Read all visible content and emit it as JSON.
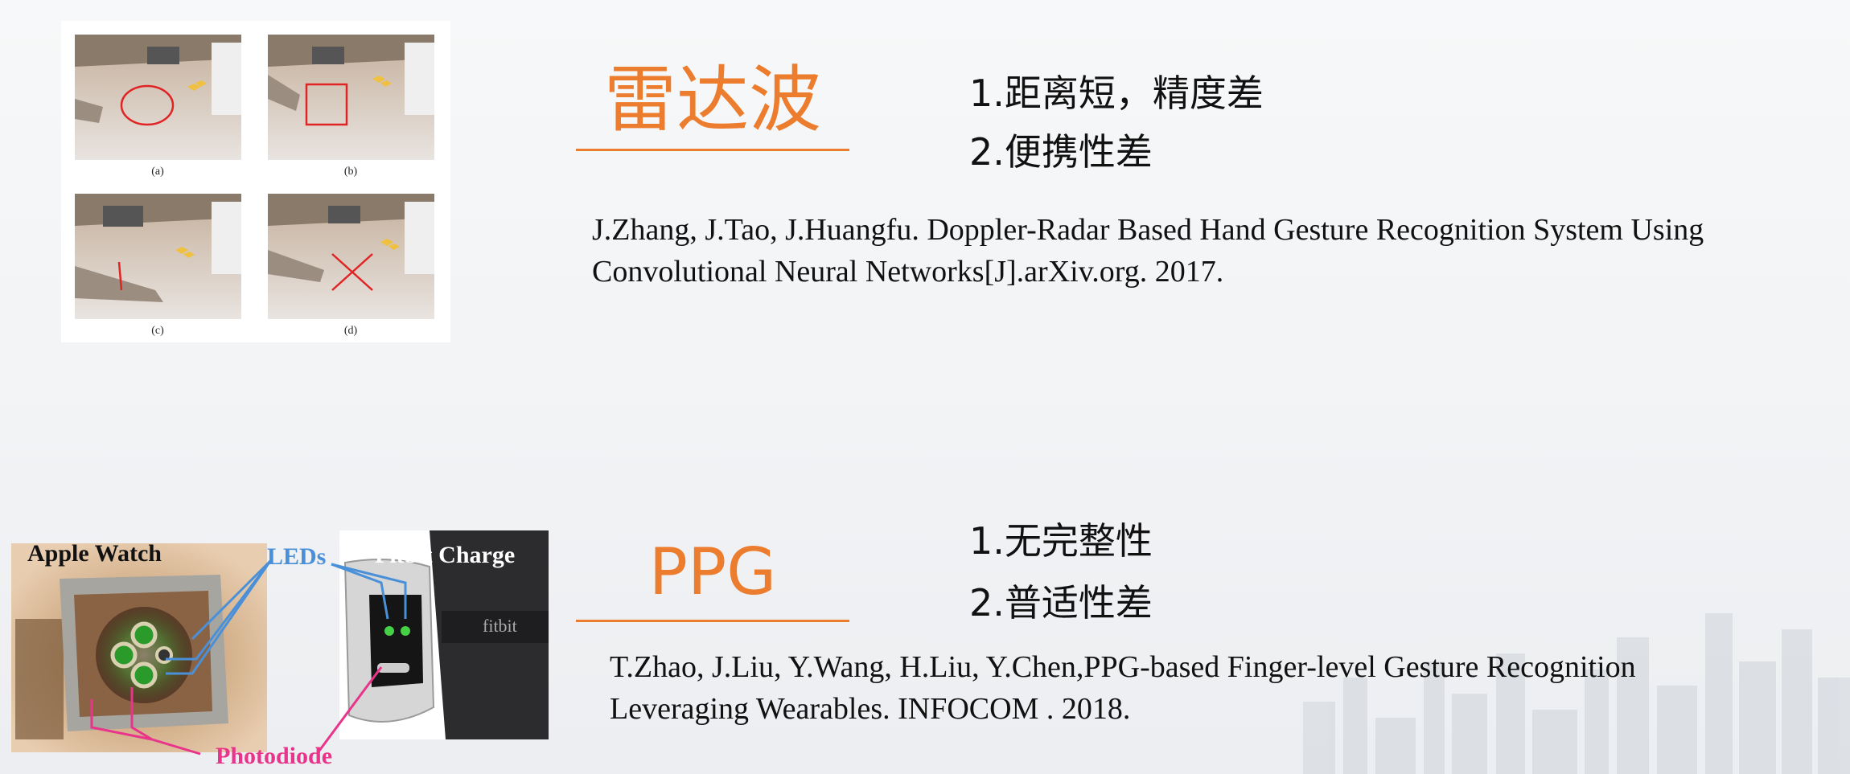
{
  "radar": {
    "title": "雷达波",
    "points": [
      "1.距离短，精度差",
      "2.便携性差"
    ],
    "reference_lines": [
      "J.Zhang, J.Tao, J.Huangfu. Doppler-Radar Based Hand Gesture Recognition System Using",
      "Convolutional Neural Networks[J].arXiv.org. 2017."
    ],
    "figure_captions": [
      "(a)",
      "(b)",
      "(c)",
      "(d)"
    ]
  },
  "ppg": {
    "title": "PPG",
    "points": [
      "1.无完整性",
      "2.普适性差"
    ],
    "reference_lines": [
      "T.Zhao, J.Liu, Y.Wang, H.Liu, Y.Chen,PPG-based Finger-level Gesture Recognition",
      "Leveraging Wearables. INFOCOM . 2018."
    ],
    "figure_labels": {
      "apple_watch": "Apple Watch",
      "leds": "LEDs",
      "fitbit_charge": "Fitbit Charge",
      "photodiode": "Photodiode",
      "fitbit_brand": "fitbit"
    }
  },
  "colors": {
    "accent": "#ec7d2e",
    "led_blue": "#4a90d9",
    "photodiode_pink": "#e8348a",
    "gesture_red": "#e02424"
  }
}
